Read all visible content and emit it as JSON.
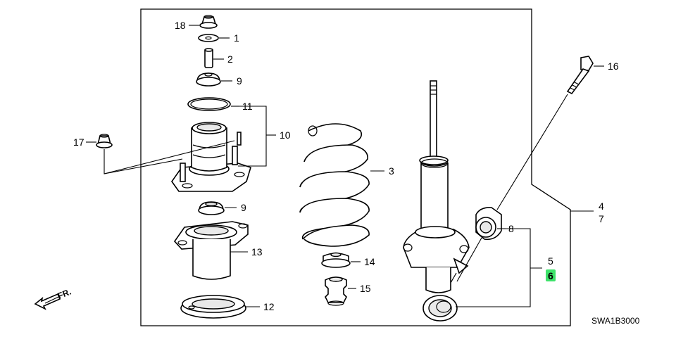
{
  "labels": {
    "p1": "1",
    "p2": "2",
    "p3": "3",
    "p4": "4",
    "p5": "5",
    "p6": "6",
    "p7": "7",
    "p8": "8",
    "p9a": "9",
    "p9b": "9",
    "p10": "10",
    "p11": "11",
    "p12": "12",
    "p13": "13",
    "p14": "14",
    "p15": "15",
    "p16": "16",
    "p17": "17",
    "p18": "18"
  },
  "direction_label": "FR.",
  "diagram_code": "SWA1B3000",
  "highlight": {
    "part": "6",
    "color": "#3ee26a"
  }
}
